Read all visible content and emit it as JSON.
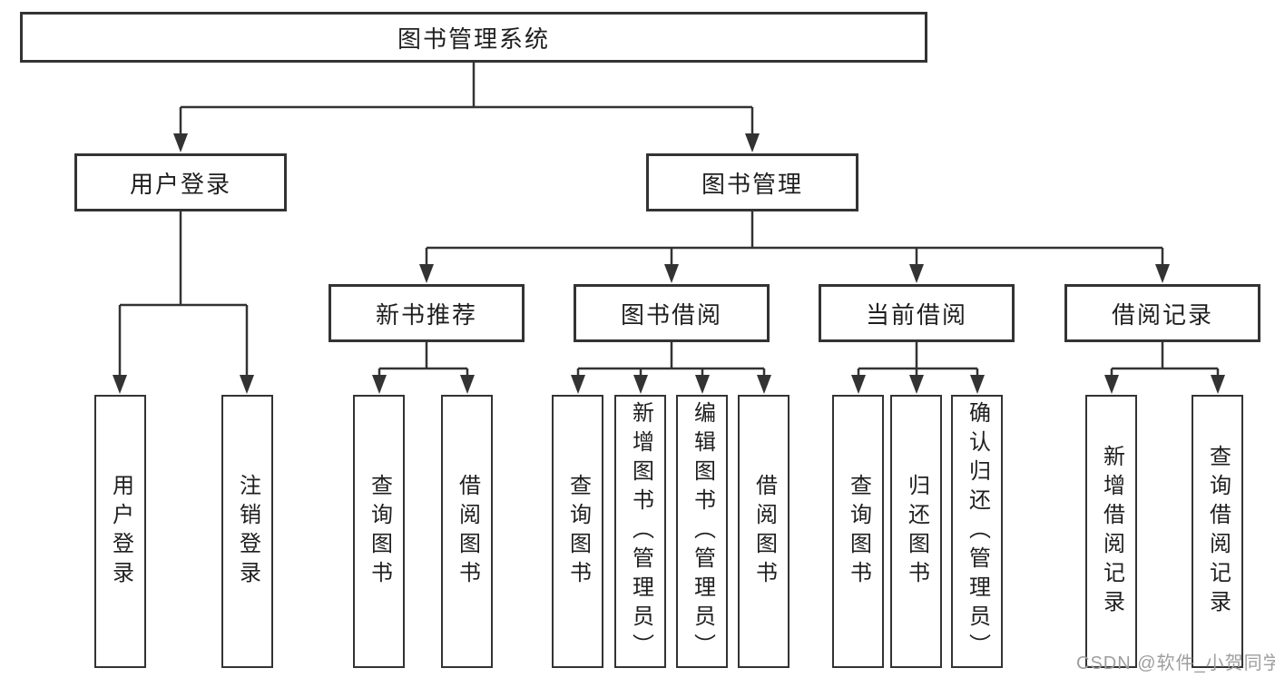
{
  "diagram": {
    "root": {
      "label": "图书管理系统"
    },
    "branches": [
      {
        "label": "用户登录",
        "children": [
          {
            "label": "用户登录"
          },
          {
            "label": "注销登录"
          }
        ]
      },
      {
        "label": "图书管理",
        "children": [
          {
            "label": "新书推荐",
            "children": [
              {
                "label": "查询图书"
              },
              {
                "label": "借阅图书"
              }
            ]
          },
          {
            "label": "图书借阅",
            "children": [
              {
                "label": "查询图书"
              },
              {
                "label": "新增图书（管理员）"
              },
              {
                "label": "编辑图书（管理员）"
              },
              {
                "label": "借阅图书"
              }
            ]
          },
          {
            "label": "当前借阅",
            "children": [
              {
                "label": "查询图书"
              },
              {
                "label": "归还图书"
              },
              {
                "label": "确认归还（管理员）"
              }
            ]
          },
          {
            "label": "借阅记录",
            "children": [
              {
                "label": "新增借阅记录"
              },
              {
                "label": "查询借阅记录"
              }
            ]
          }
        ]
      }
    ]
  },
  "watermark": {
    "text": "CSDN @软件_小贺同学"
  },
  "colors": {
    "line": "#333333",
    "border": "#333333",
    "text": "#1f1f1f",
    "watermark": "#9e9e9e",
    "background": "#ffffff"
  }
}
